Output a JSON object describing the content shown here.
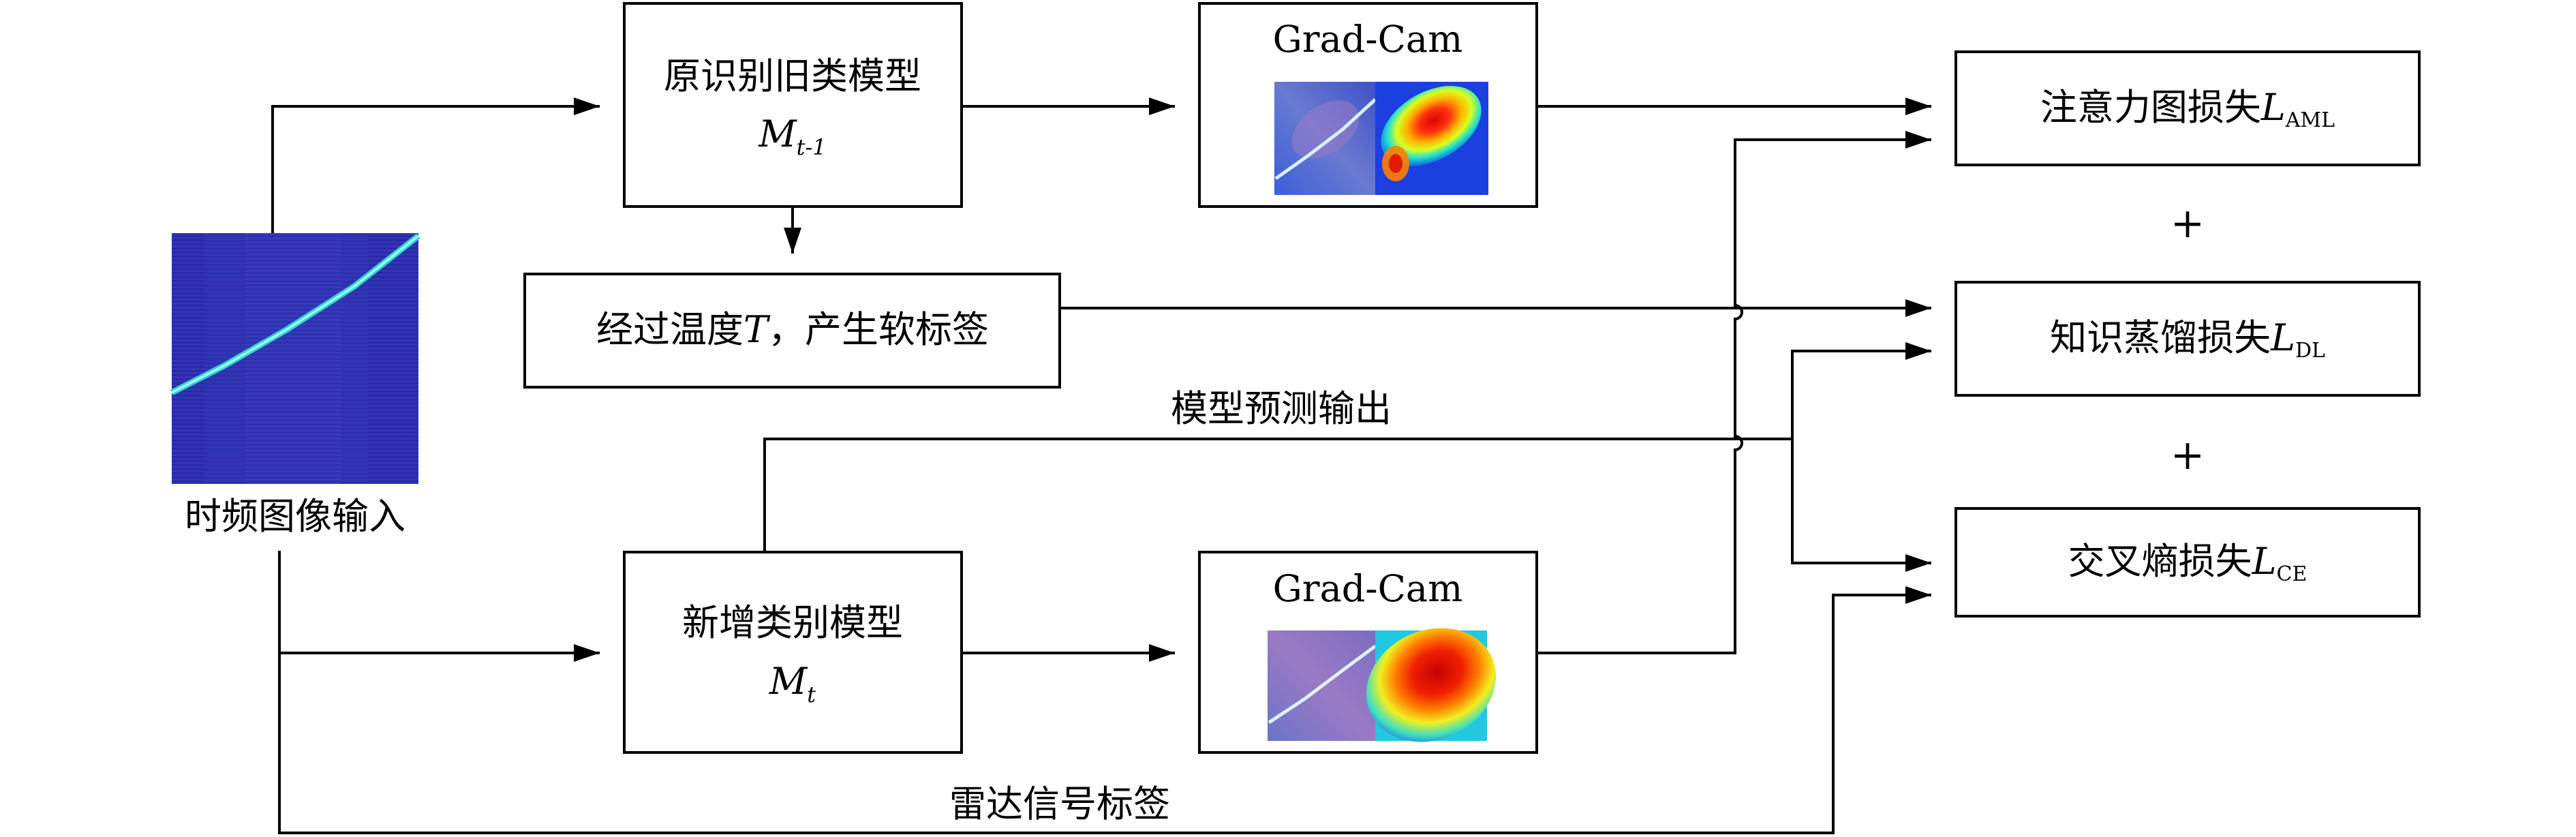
{
  "input": {
    "label": "时频图像输入"
  },
  "old_model": {
    "label": "原识别旧类模型",
    "symbol": "M",
    "subscript": "t-1"
  },
  "soft_label": {
    "label": "经过温度",
    "var": "T",
    "label_suffix": "，产生软标签"
  },
  "new_model": {
    "label": "新增类别模型",
    "symbol": "M",
    "subscript": "t"
  },
  "gradcam_old": {
    "title": "Grad-Cam"
  },
  "gradcam_new": {
    "title": "Grad-Cam"
  },
  "losses": {
    "aml": {
      "label": "注意力图损失",
      "symbol": "L",
      "subscript": "AML"
    },
    "dl": {
      "label": "知识蒸馏损失",
      "symbol": "L",
      "subscript": "DL"
    },
    "ce": {
      "label": "交叉熵损失",
      "symbol": "L",
      "subscript": "CE"
    },
    "plus": "+"
  },
  "edge_labels": {
    "prediction": "模型预测输出",
    "radar_label": "雷达信号标签"
  }
}
